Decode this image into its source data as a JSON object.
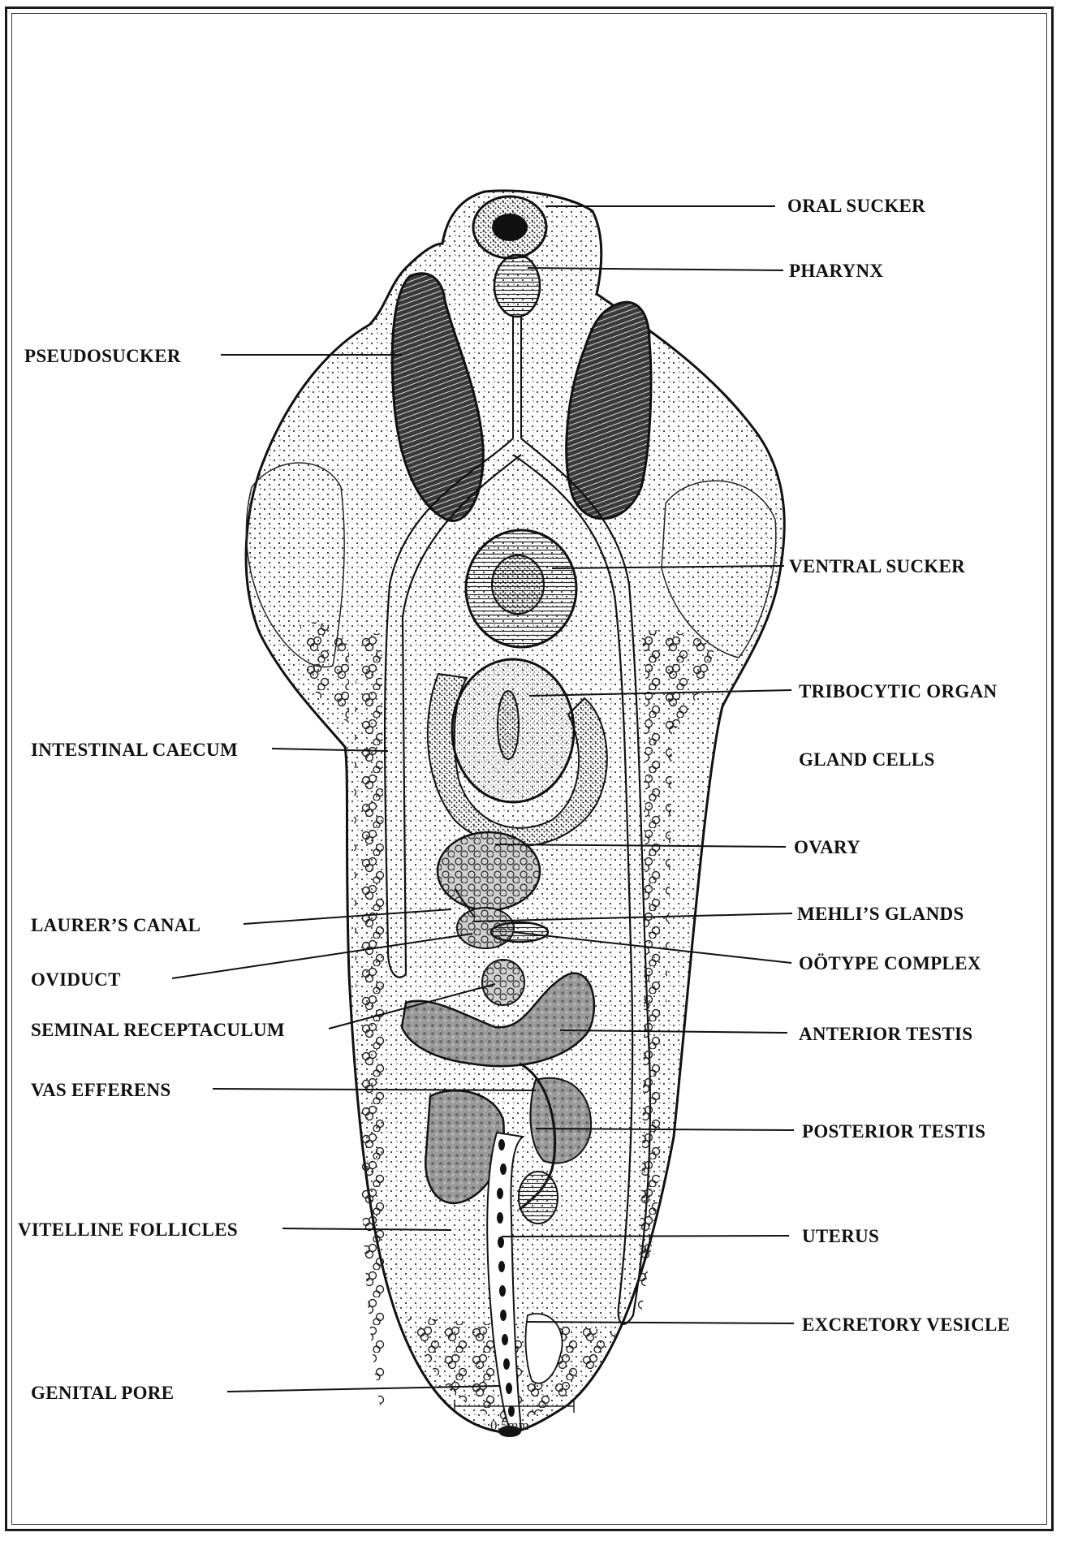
{
  "labels": {
    "oral_sucker": "ORAL SUCKER",
    "pharynx": "PHARYNX",
    "pseudosucker": "PSEUDOSUCKER",
    "ventral_sucker": "VENTRAL SUCKER",
    "tribocytic_organ": "TRIBOCYTIC ORGAN",
    "intestinal_caecum": "INTESTINAL CAECUM",
    "gland_cells": "GLAND CELLS",
    "ovary": "OVARY",
    "laurers_canal": "LAURER’S CANAL",
    "mehlis_glands": "MEHLI’S GLANDS",
    "ootype_complex": "OÖTYPE COMPLEX",
    "oviduct": "OVIDUCT",
    "seminal_receptaculum": "SEMINAL RECEPTACULUM",
    "anterior_testis": "ANTERIOR TESTIS",
    "vas_efferens": "VAS EFFERENS",
    "posterior_testis": "POSTERIOR TESTIS",
    "vitelline_follicles": "VITELLINE FOLLICLES",
    "uterus": "UTERUS",
    "excretory_vesicle": "EXCRETORY VESICLE",
    "genital_pore": "GENITAL PORE"
  },
  "scale_bar": {
    "text": "0.5mm"
  },
  "colors": {
    "ink": "#111111",
    "paper": "#ffffff",
    "tissue": "#f4f4f4",
    "stipple": "#333333"
  }
}
